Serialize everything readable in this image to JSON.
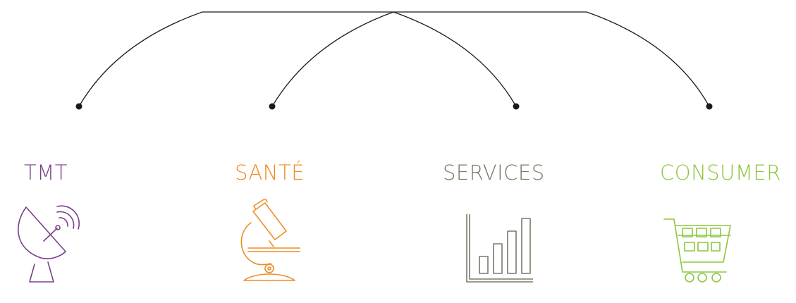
{
  "sectors": [
    {
      "label": "TMT",
      "color": "#7b3f8c",
      "icon": "satellite-dish-icon"
    },
    {
      "label": "SANTÉ",
      "color": "#ef8c25",
      "icon": "microscope-icon"
    },
    {
      "label": "SERVICES",
      "color": "#7a7a68",
      "icon": "bar-chart-icon"
    },
    {
      "label": "CONSUMER",
      "color": "#8cc63f",
      "icon": "shopping-cart-icon"
    }
  ],
  "connector_color": "#1a1a1a"
}
